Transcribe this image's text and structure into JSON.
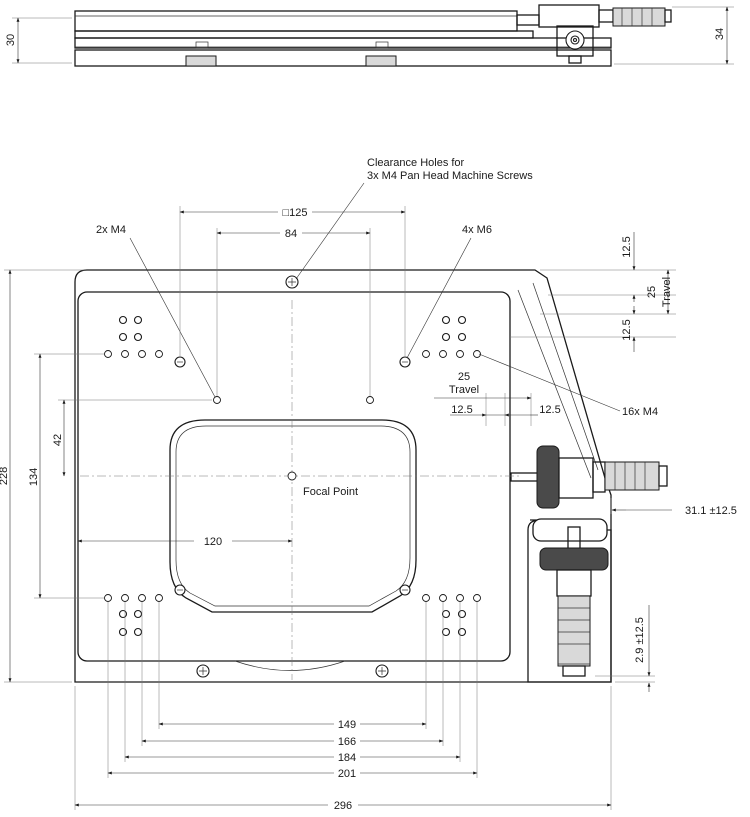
{
  "side_view": {
    "height_left": "30",
    "height_right": "34"
  },
  "callouts": {
    "clearance_line1": "Clearance Holes for",
    "clearance_line2": "3x M4 Pan Head Machine Screws",
    "m4_2x": "2x M4",
    "m6_4x": "4x M6",
    "m4_16x": "16x M4",
    "focal_point": "Focal Point"
  },
  "dimensions": {
    "square_125": "□125",
    "d84": "84",
    "d120": "120",
    "d42": "42",
    "d134": "134",
    "d228": "228",
    "d149": "149",
    "d166": "166",
    "d184": "184",
    "d201": "201",
    "d296": "296",
    "d31_1": "31.1 ±12.5",
    "d2_9": "2.9 ±12.5"
  },
  "travel_vertical": {
    "upper": "12.5",
    "middle": "25",
    "middle_label": "Travel",
    "lower": "12.5"
  },
  "travel_horizontal": {
    "total": "25",
    "total_label": "Travel",
    "left": "12.5",
    "right": "12.5"
  }
}
